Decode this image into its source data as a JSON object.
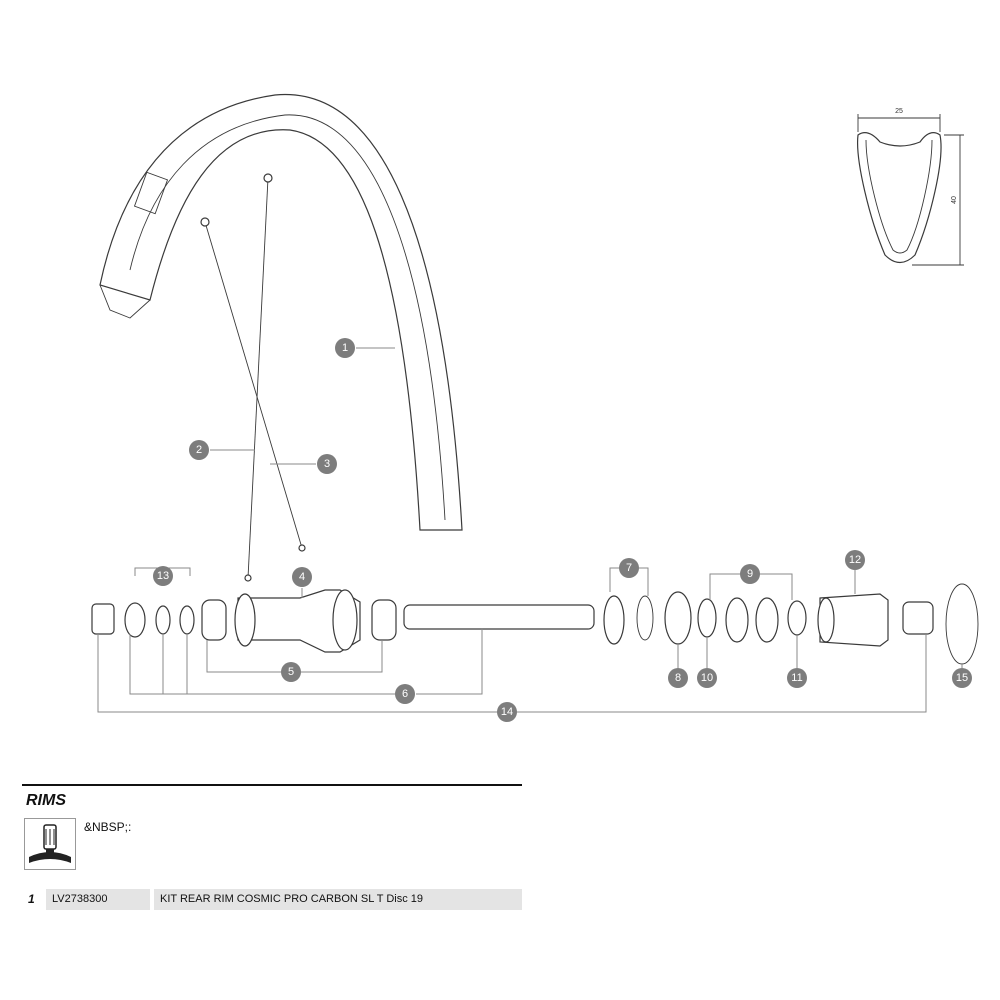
{
  "profile": {
    "width": "25",
    "height": "40"
  },
  "callouts": [
    "1",
    "2",
    "3",
    "4",
    "5",
    "6",
    "7",
    "8",
    "9",
    "10",
    "11",
    "12",
    "13",
    "14",
    "15"
  ],
  "section": {
    "title": "RIMS",
    "valve_label": "&NBSP;:",
    "valve_icon": "valve-icon"
  },
  "parts": [
    {
      "number": "1",
      "code": "LV2738300",
      "description": "KIT REAR RIM COSMIC PRO CARBON SL T Disc 19"
    }
  ],
  "colors": {
    "callout": "#7d7d7d",
    "row_bg": "#e4e4e4",
    "rule": "#111111"
  }
}
